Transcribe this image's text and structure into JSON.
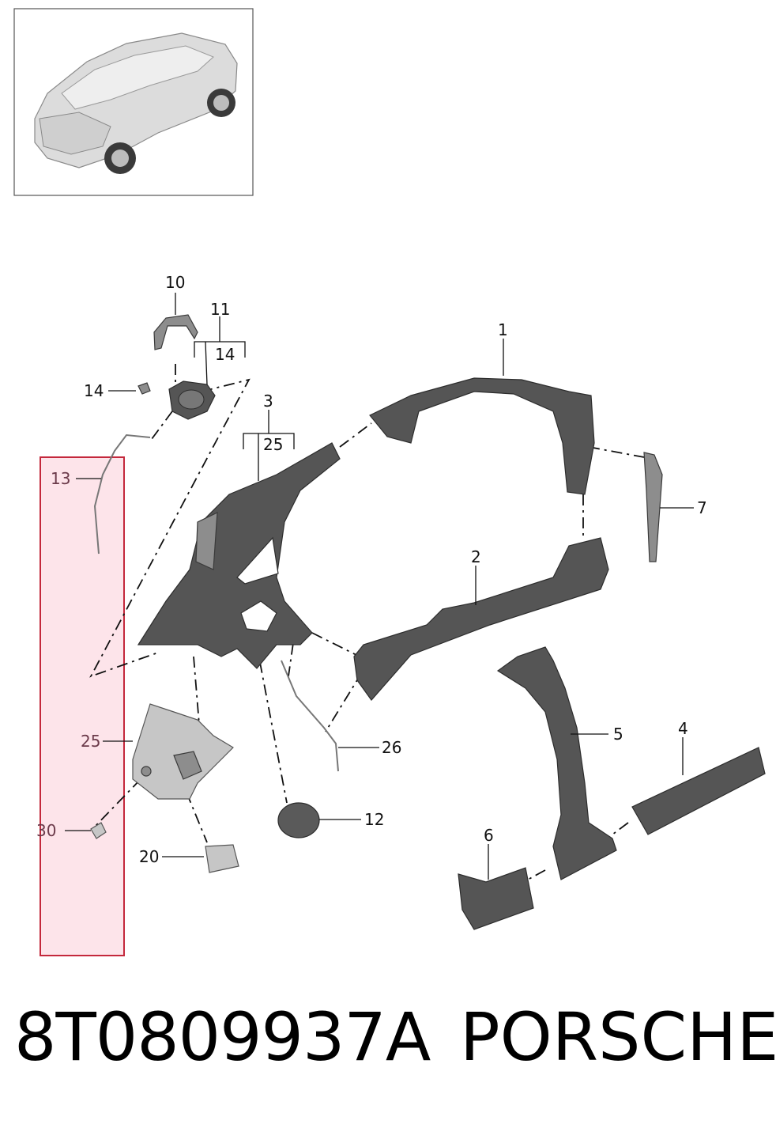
{
  "diagram": {
    "callouts": {
      "c1": "1",
      "c2": "2",
      "c3": "3",
      "c4": "4",
      "c5": "5",
      "c6": "6",
      "c7": "7",
      "c10": "10",
      "c11": "11",
      "c12": "12",
      "c13": "13",
      "c14a": "14",
      "c14b": "14",
      "c20": "20",
      "c25a": "25",
      "c25b": "25",
      "c26": "26",
      "c30": "30"
    },
    "highlight_color": "#fde4ea",
    "highlight_border": "#c4283c"
  },
  "footer": {
    "part_number": "8T0809937A",
    "brand": "PORSCHE"
  }
}
